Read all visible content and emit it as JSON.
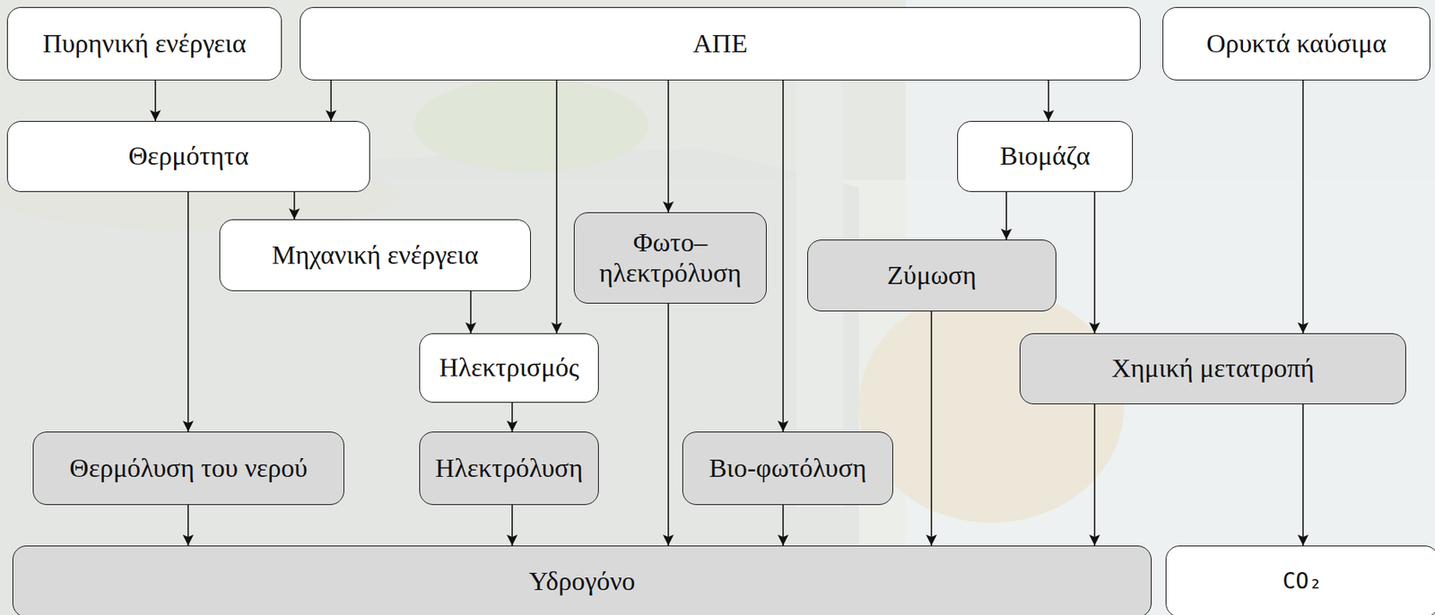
{
  "diagram": {
    "nodes": [
      {
        "text": [
          "Πυρηνική ενέργεια"
        ]
      },
      {
        "text": [
          "ΑΠΕ"
        ]
      },
      {
        "text": [
          "Ορυκτά καύσιμα"
        ]
      },
      {
        "text": [
          "Θερμότητα"
        ]
      },
      {
        "text": [
          "Βιομάζα"
        ]
      },
      {
        "text": [
          "Μηχανική ενέργεια"
        ]
      },
      {
        "text": [
          "Φωτο– ηλεκτρόλυση"
        ]
      },
      {
        "text": [
          "Ζύμωση"
        ]
      },
      {
        "text": [
          "Ηλεκτρισμός"
        ]
      },
      {
        "text": [
          "Χημική μετατροπή"
        ]
      },
      {
        "text": [
          "Θερμόλυση του νερού"
        ]
      },
      {
        "text": [
          "Ηλεκτρόλυση"
        ]
      },
      {
        "text": [
          "Βιο-φωτόλυση"
        ]
      },
      {
        "text": [
          "Υδρογόνο"
        ]
      },
      {
        "text": [
          "CO₂"
        ]
      }
    ],
    "edges": [
      {
        "from": 0,
        "to": 3,
        "arrow": "to"
      },
      {
        "from": 1,
        "to": 3,
        "arrow": "to"
      },
      {
        "from": 1,
        "to": 8,
        "arrow": "to"
      },
      {
        "from": 1,
        "to": 6,
        "arrow": "to"
      },
      {
        "from": 1,
        "to": 12,
        "arrow": "to"
      },
      {
        "from": 1,
        "to": 4,
        "arrow": "to"
      },
      {
        "from": 2,
        "to": 9,
        "arrow": "to"
      },
      {
        "from": 3,
        "to": 10,
        "arrow": "to"
      },
      {
        "from": 3,
        "to": 5,
        "arrow": "to"
      },
      {
        "from": 5,
        "to": 8,
        "arrow": "to"
      },
      {
        "from": 4,
        "to": 7,
        "arrow": "to"
      },
      {
        "from": 4,
        "to": 9,
        "arrow": "to"
      },
      {
        "from": 8,
        "to": 11,
        "arrow": "to"
      },
      {
        "from": 9,
        "to": 14,
        "arrow": "to"
      },
      {
        "from": 10,
        "to": 13,
        "arrow": "to"
      },
      {
        "from": 11,
        "to": 13,
        "arrow": "to"
      },
      {
        "from": 6,
        "to": 13,
        "arrow": "to"
      },
      {
        "from": 12,
        "to": 13,
        "arrow": "to"
      },
      {
        "from": 7,
        "to": 13,
        "arrow": "to"
      },
      {
        "from": 9,
        "to": 13,
        "arrow": "to"
      }
    ]
  }
}
